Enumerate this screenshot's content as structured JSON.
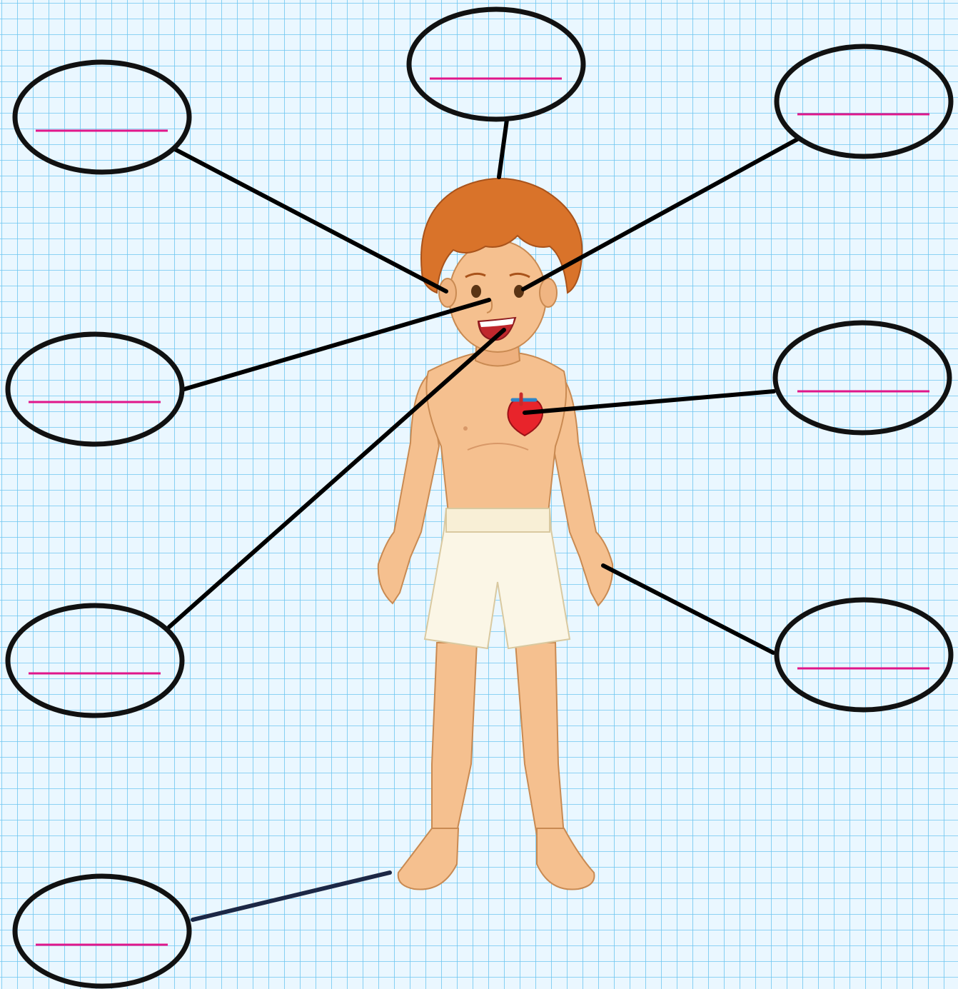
{
  "worksheet": {
    "colors": {
      "grid_line": "#6ec6f0",
      "grid_background": "#eaf7ff",
      "bubble_outline": "#111111",
      "answer_line": "#e0168a",
      "connector": "#000000",
      "foot_connector": "#1c2745",
      "skin": "#f5c08f",
      "hair": "#d9732a",
      "shorts": "#fbf6e6",
      "heart": "#e8242b"
    },
    "label_bubbles": [
      {
        "id": "ear",
        "points_to": "ear",
        "answer": ""
      },
      {
        "id": "hair",
        "points_to": "hair",
        "answer": ""
      },
      {
        "id": "eye",
        "points_to": "eye",
        "answer": ""
      },
      {
        "id": "nose",
        "points_to": "nose",
        "answer": ""
      },
      {
        "id": "heart",
        "points_to": "heart",
        "answer": ""
      },
      {
        "id": "mouth",
        "points_to": "mouth",
        "answer": ""
      },
      {
        "id": "hand",
        "points_to": "hand",
        "answer": ""
      },
      {
        "id": "foot",
        "points_to": "foot",
        "answer": ""
      }
    ],
    "illustration": {
      "subject": "boy-body-figure",
      "features": [
        "hair",
        "eyes",
        "ears",
        "nose",
        "mouth",
        "heart",
        "hands",
        "shorts",
        "feet"
      ]
    }
  }
}
